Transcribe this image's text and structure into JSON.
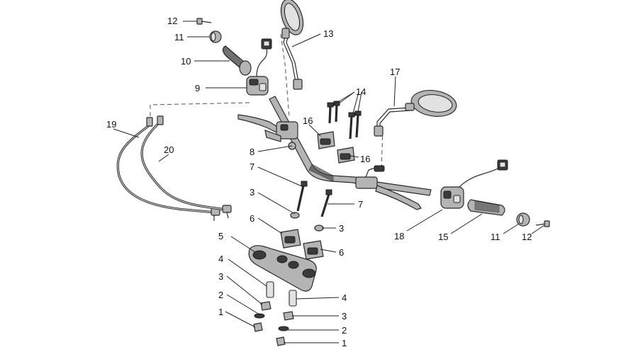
{
  "callouts": {
    "c1": "1",
    "c2": "2",
    "c3": "3",
    "c4": "4",
    "c5": "5",
    "c6": "6",
    "c7": "7",
    "c8": "8",
    "c9": "9",
    "c10": "10",
    "c11": "11",
    "c12": "12",
    "c13": "13",
    "c14": "14",
    "c15": "15",
    "c16": "16",
    "c17": "17",
    "c18": "18",
    "c19": "19",
    "c20": "20"
  },
  "colors": {
    "line": "#2b2b2b",
    "part_fill": "#b4b4b4",
    "dark_fill": "#3a3a3a",
    "background": "#ffffff"
  }
}
